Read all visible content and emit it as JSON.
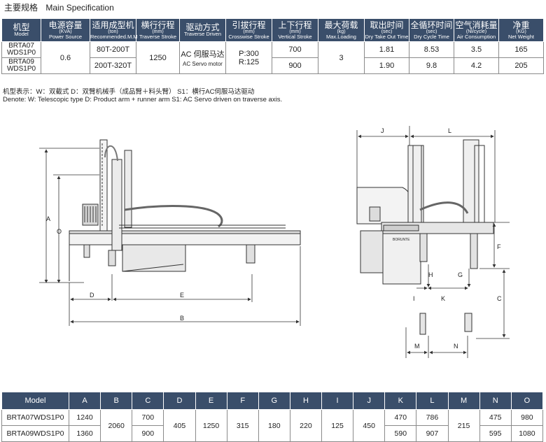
{
  "heading": {
    "cn": "主要规格",
    "en": "Main Specification"
  },
  "spec": {
    "headers": [
      {
        "cn": "机型",
        "unit": "",
        "en": "Model"
      },
      {
        "cn": "电源容量",
        "unit": "(KVA)",
        "en": "Power Source"
      },
      {
        "cn": "适用成型机",
        "unit": "(ton)",
        "en": "Recommended.M.M"
      },
      {
        "cn": "横行行程",
        "unit": "(mm)",
        "en": "Traverse Stroke"
      },
      {
        "cn": "驱动方式",
        "unit": "",
        "en": "Traverse Driven"
      },
      {
        "cn": "引拔行程",
        "unit": "(mm)",
        "en": "Crosswise Stroke"
      },
      {
        "cn": "上下行程",
        "unit": "(mm)",
        "en": "Vertical Stroke"
      },
      {
        "cn": "最大荷载",
        "unit": "(kg)",
        "en": "Max.Loading"
      },
      {
        "cn": "取出时间",
        "unit": "(sec)",
        "en": "Dry Take Out Time"
      },
      {
        "cn": "全循环时间",
        "unit": "(sec)",
        "en": "Dry Cycle Time"
      },
      {
        "cn": "空气消耗量",
        "unit": "(Nl/cycle)",
        "en": "Air Consumption"
      },
      {
        "cn": "净重",
        "unit": "(KG)",
        "en": "Net Weight"
      }
    ],
    "rows": [
      {
        "model_l1": "BRTA07",
        "model_l2": "WDS1P0",
        "tonnage": "80T-200T",
        "vertical": "700",
        "takeout": "1.81",
        "cycle": "8.53",
        "air": "3.5",
        "weight": "165"
      },
      {
        "model_l1": "BRTA09",
        "model_l2": "WDS1P0",
        "tonnage": "200T-320T",
        "vertical": "900",
        "takeout": "1.90",
        "cycle": "9.8",
        "air": "4.2",
        "weight": "205"
      }
    ],
    "shared": {
      "power": "0.6",
      "traverse": "1250",
      "driven_cn": "AC 伺服马达",
      "driven_en": "AC Servo motor",
      "crosswise_l1": "P:300",
      "crosswise_l2": "R:125",
      "max_loading": "3"
    }
  },
  "notes": {
    "cn": "机型表示：W：双截式   D：双臂机械手（成品臂＋料头臂）   S1：横行AC伺服马达驱动",
    "en": "Denote:  W: Telescopic type    D: Product arm + runner arm    S1: AC Servo driven on traverse axis."
  },
  "drawing_labels": {
    "a": "A",
    "o": "O",
    "d": "D",
    "e": "E",
    "b": "B",
    "j": "J",
    "l": "L",
    "f": "F",
    "h": "H",
    "g": "G",
    "i": "I",
    "k": "K",
    "c": "C",
    "m": "M",
    "n": "N",
    "brand": "BORUNTE"
  },
  "dims": {
    "headers": [
      "Model",
      "A",
      "B",
      "C",
      "D",
      "E",
      "F",
      "G",
      "H",
      "I",
      "J",
      "K",
      "L",
      "M",
      "N",
      "O"
    ],
    "r1": {
      "model": "BRTA07WDS1P0",
      "a": "1240",
      "c": "700",
      "k": "470",
      "l": "786",
      "n": "475",
      "o": "980"
    },
    "r2": {
      "model": "BRTA09WDS1P0",
      "a": "1360",
      "c": "900",
      "k": "590",
      "l": "907",
      "n": "595",
      "o": "1080"
    },
    "shared": {
      "b": "2060",
      "d": "405",
      "e": "1250",
      "f": "315",
      "g": "180",
      "h": "220",
      "i": "125",
      "j": "450",
      "m": "215"
    }
  }
}
